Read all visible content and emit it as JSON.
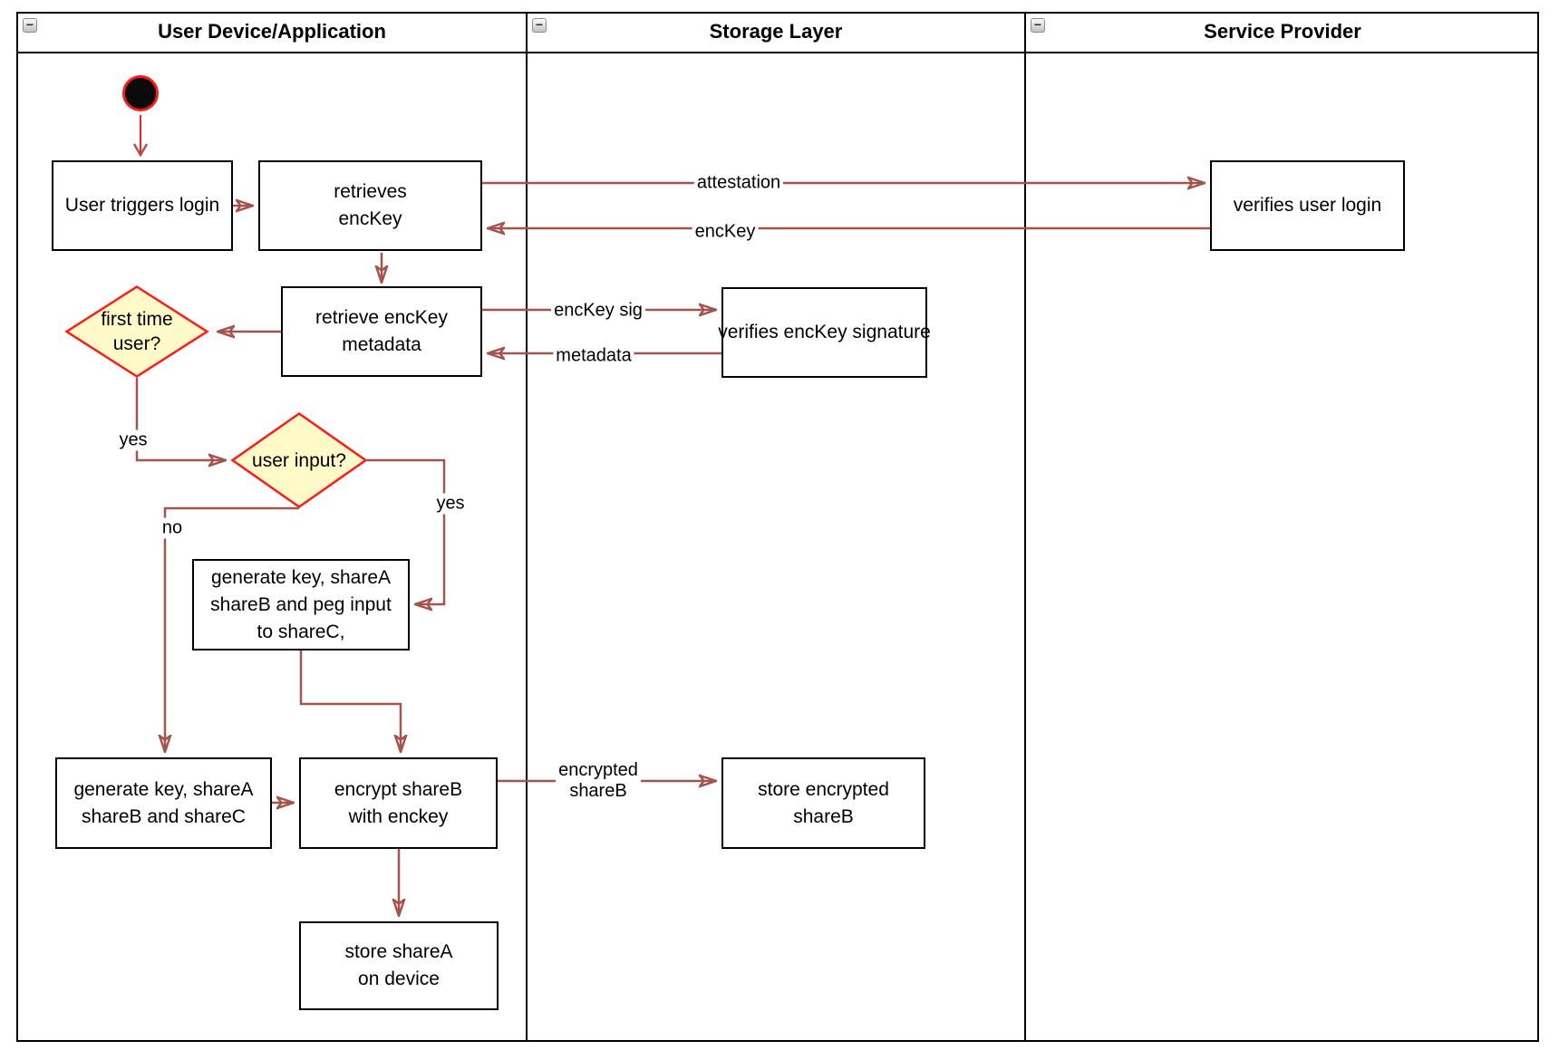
{
  "diagram": {
    "lanes": [
      {
        "title": "User Device/Application"
      },
      {
        "title": "Storage Layer"
      },
      {
        "title": "Service Provider"
      }
    ],
    "icons": {
      "collapse_glyph": "−"
    },
    "nodes": {
      "start": {
        "type": "initial-state"
      },
      "user_triggers_login": {
        "label": "User triggers login"
      },
      "retrieves_enckey": {
        "label": "retrieves\nencKey"
      },
      "retrieve_enckey_metadata": {
        "label": "retrieve encKey\nmetadata"
      },
      "first_time_user": {
        "label": "first time\nuser?"
      },
      "user_input": {
        "label": "user input?"
      },
      "generate_peg": {
        "label": "generate key, shareA\nshareB and peg input\nto shareC,"
      },
      "generate_abc": {
        "label": "generate key, shareA\nshareB and shareC"
      },
      "encrypt_shareb": {
        "label": "encrypt shareB\nwith enckey"
      },
      "store_sharea": {
        "label": "store shareA\non device"
      },
      "verifies_signature": {
        "label": "verifies encKey signature"
      },
      "store_encrypted_shareb": {
        "label": "store encrypted\nshareB"
      },
      "verifies_user_login": {
        "label": "verifies user login"
      }
    },
    "edge_labels": {
      "attestation": "attestation",
      "enckey": "encKey",
      "enckey_sig": "encKey sig",
      "metadata": "metadata",
      "encrypted_shareb": "encrypted\nshareB",
      "first_time_yes": "yes",
      "user_input_yes": "yes",
      "user_input_no": "no"
    },
    "colors": {
      "edge": "#a5544d",
      "accent_red": "#ff1a1a",
      "decision_fill": "#fffac8",
      "node_border": "#000000",
      "node_fill": "#ffffff"
    }
  }
}
